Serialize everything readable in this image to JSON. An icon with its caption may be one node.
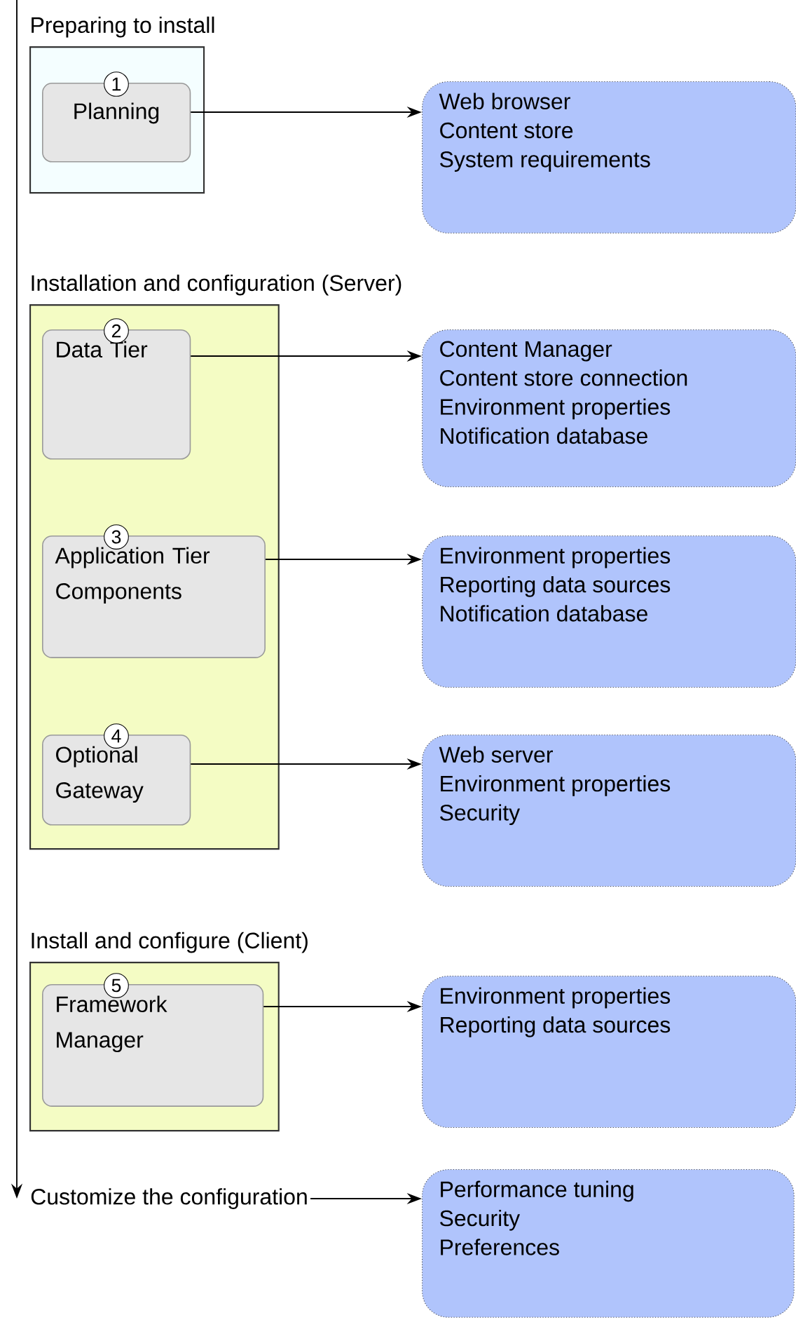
{
  "diagram": {
    "nodes": [
      {
        "text": [
          "Preparing to install"
        ]
      },
      {
        "text": [
          "1",
          "Planning"
        ],
        "in": 0
      },
      {
        "text": [
          "Web browser",
          "Content store",
          "System requirements"
        ]
      },
      {
        "text": [
          "Installation and configuration (Server)"
        ]
      },
      {
        "text": [
          "2",
          "Data Tier"
        ],
        "in": 3
      },
      {
        "text": [
          "Content Manager",
          "Content store connection",
          "Environment properties",
          "Notification database"
        ]
      },
      {
        "text": [
          "3",
          "Application Tier Components"
        ],
        "in": 3
      },
      {
        "text": [
          "Environment properties",
          "Reporting data sources",
          "Notification database"
        ]
      },
      {
        "text": [
          "4",
          "Optional Gateway"
        ],
        "in": 3
      },
      {
        "text": [
          "Web server",
          "Environment properties",
          "Security"
        ]
      },
      {
        "text": [
          "Install and configure (Client)"
        ]
      },
      {
        "text": [
          "5",
          "Framework Manager"
        ],
        "in": 10
      },
      {
        "text": [
          "Environment properties",
          "Reporting data sources"
        ]
      },
      {
        "text": [
          "Customize the configuration"
        ]
      },
      {
        "text": [
          "Performance tuning",
          "Security",
          "Preferences"
        ]
      }
    ],
    "edges": [
      {
        "from": 1,
        "to": 2,
        "arrow": "to"
      },
      {
        "from": 4,
        "to": 5,
        "arrow": "to"
      },
      {
        "from": 6,
        "to": 7,
        "arrow": "to"
      },
      {
        "from": 8,
        "to": 9,
        "arrow": "to"
      },
      {
        "from": 11,
        "to": 12,
        "arrow": "to"
      },
      {
        "from": 13,
        "to": 14,
        "arrow": "to"
      },
      {
        "from": null,
        "to": 13,
        "arrow": "to"
      }
    ]
  }
}
